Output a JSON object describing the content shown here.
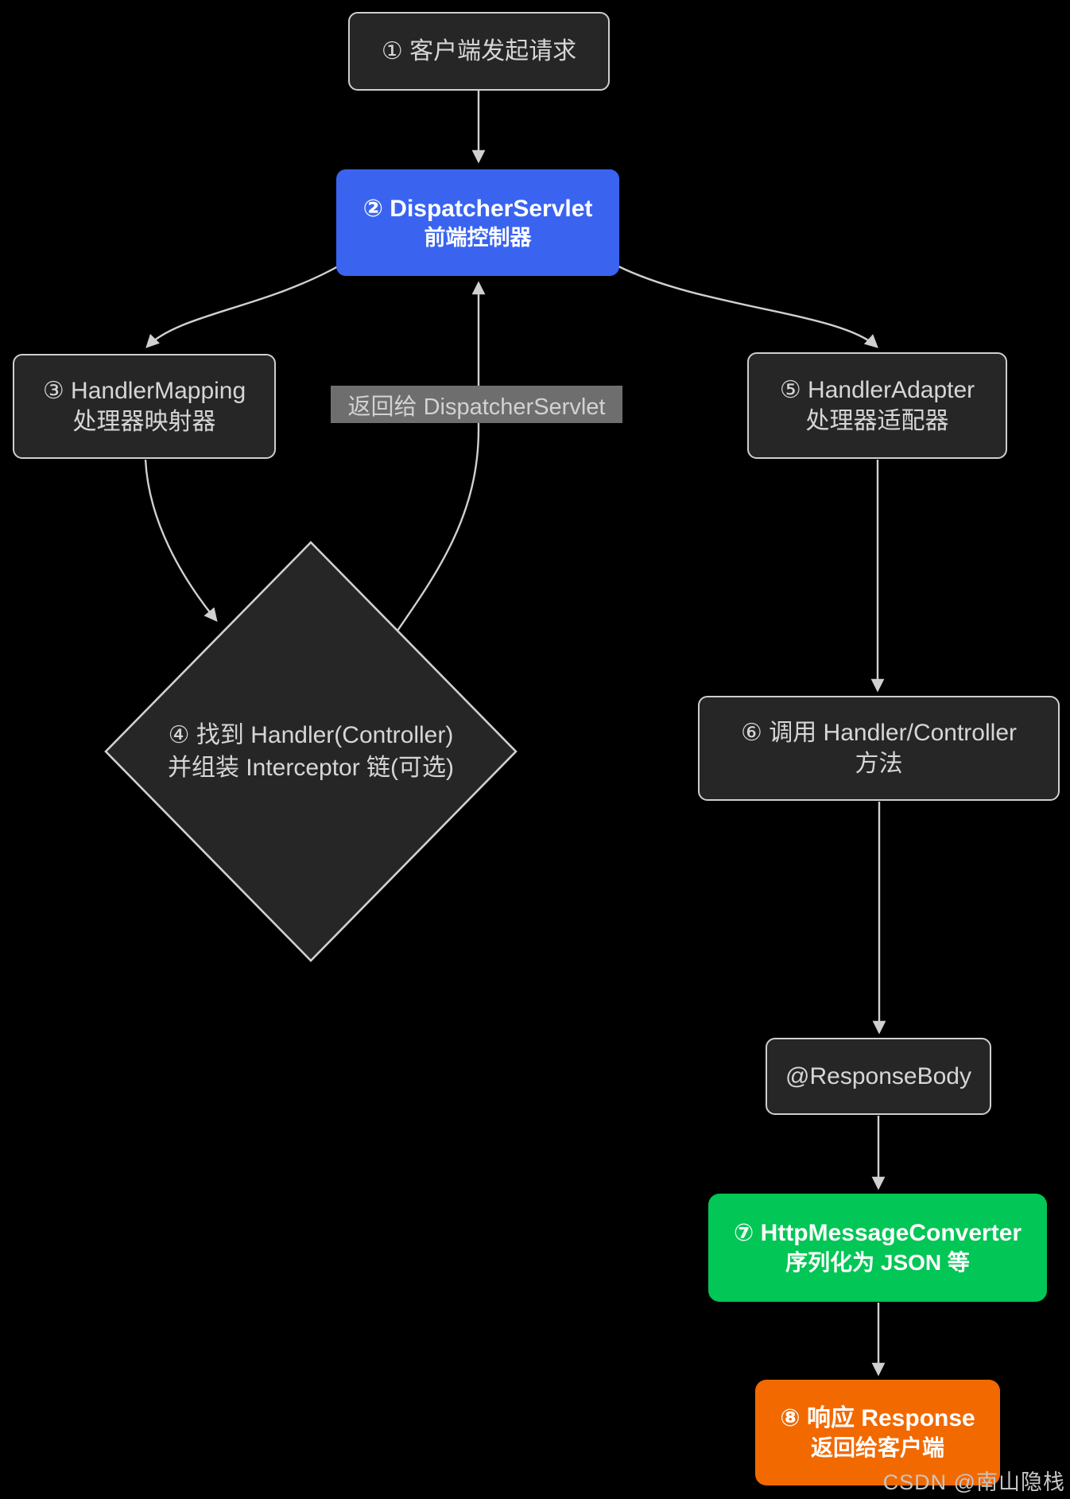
{
  "diagram": {
    "title_hint": "Spring MVC request flow",
    "nodes": {
      "client": {
        "line1": "① 客户端发起请求"
      },
      "dispatcher": {
        "line1": "② DispatcherServlet",
        "line2": "前端控制器"
      },
      "handler_mapping": {
        "line1": "③ HandlerMapping",
        "line2": "处理器映射器"
      },
      "handler_adapter": {
        "line1": "⑤ HandlerAdapter",
        "line2": "处理器适配器"
      },
      "find_handler": {
        "line1": "④ 找到 Handler(Controller)",
        "line2": "并组装 Interceptor 链(可选)"
      },
      "invoke_handler": {
        "line1": "⑥ 调用 Handler/Controller",
        "line2": "方法"
      },
      "response_body": {
        "line1": "@ResponseBody"
      },
      "converter": {
        "line1": "⑦ HttpMessageConverter",
        "line2": "序列化为 JSON 等"
      },
      "response": {
        "line1": "⑧ 响应 Response",
        "line2": "返回给客户端"
      }
    },
    "edge_labels": {
      "return_to_dispatcher": "返回给 DispatcherServlet"
    },
    "watermark": "CSDN @南山隐栈",
    "colors": {
      "background": "#000000",
      "node_fill": "#262626",
      "node_border": "#cfcfcf",
      "node_text": "#d6d6d6",
      "dispatcher_blue": "#3a64f0",
      "converter_green": "#02c655",
      "response_orange": "#f26900",
      "edge_label_bg": "#6e6e6e",
      "line": "#d0d0d0",
      "colored_text": "#ffffff"
    }
  }
}
